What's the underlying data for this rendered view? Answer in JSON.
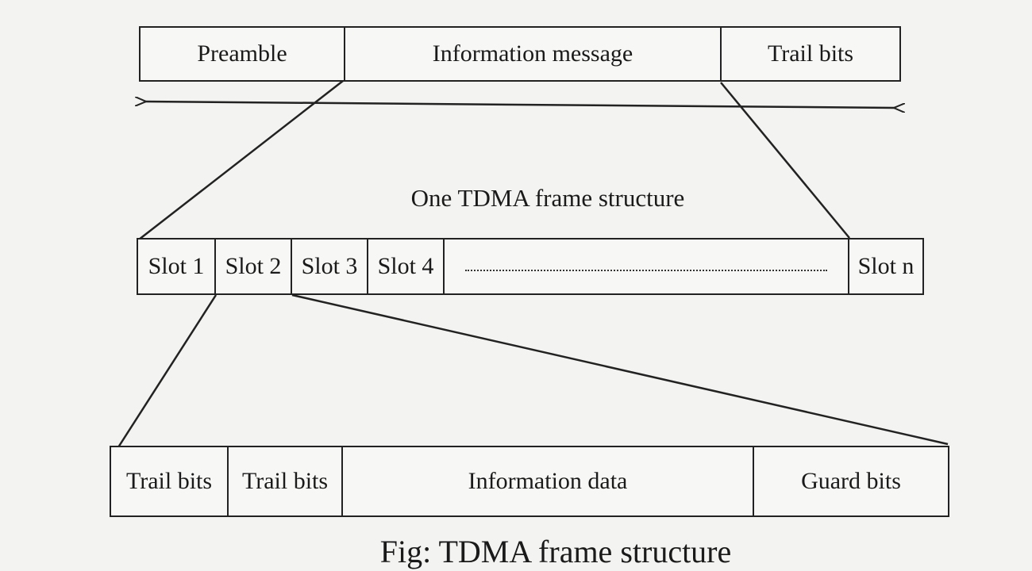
{
  "top_frame": {
    "cells": [
      "Preamble",
      "Information message",
      "Trail bits"
    ]
  },
  "frame_label": "One TDMA frame structure",
  "slot_row": {
    "slots": [
      "Slot 1",
      "Slot 2",
      "Slot 3",
      "Slot 4",
      "Slot n"
    ],
    "ellipsis": "..............................................."
  },
  "slot_detail": {
    "cells": [
      "Trail bits",
      "Trail bits",
      "Information data",
      "Guard bits"
    ]
  },
  "caption": "Fig: TDMA frame structure"
}
